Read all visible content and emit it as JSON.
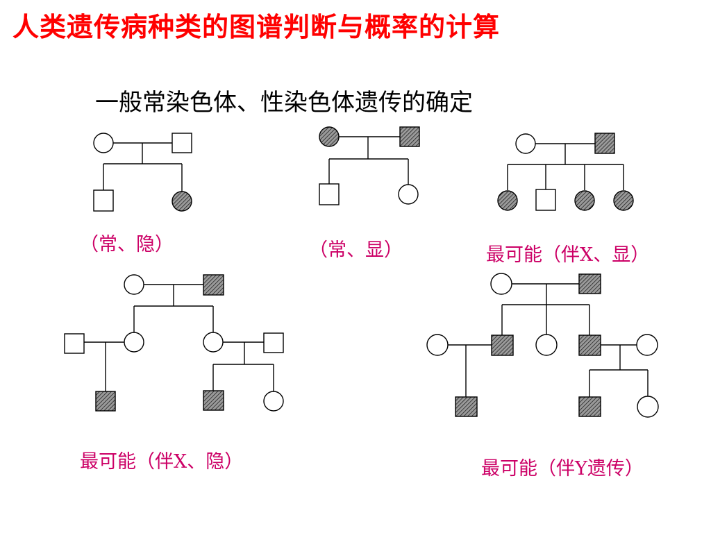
{
  "slide": {
    "title": "人类遗传病种类的图谱判断与概率的计算",
    "subtitle": "一般常染色体、性染色体遗传的确定"
  },
  "pedigrees": [
    {
      "caption": "（常、隐）"
    },
    {
      "caption": "（常、显）"
    },
    {
      "caption": "最可能（伴X、显）"
    },
    {
      "caption": "最可能（伴X、隐）"
    },
    {
      "caption": "最可能（伴Y遗传）"
    }
  ],
  "legend_colors": {
    "title": "#ff0000",
    "caption": "#cc0066",
    "affected_fill": "hatched"
  }
}
